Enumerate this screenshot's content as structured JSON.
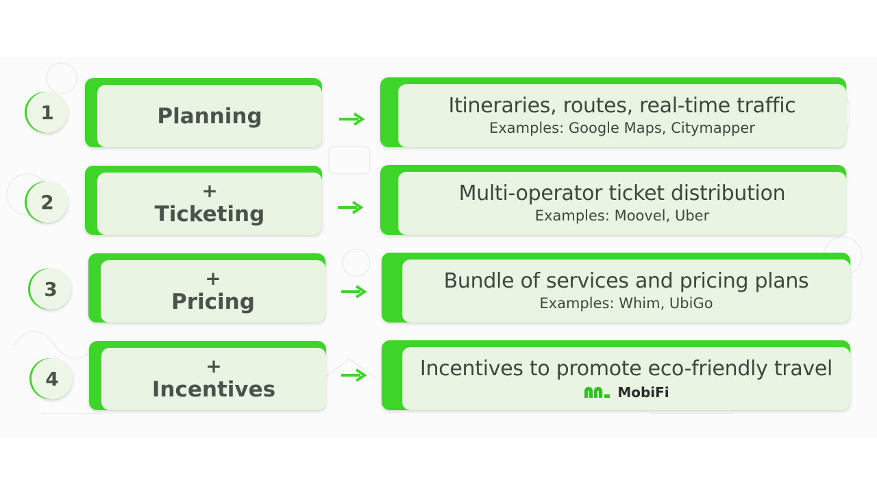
{
  "colors": {
    "accent": "#3ed42a",
    "card_fill": "#e9f4e3",
    "text": "#4b524b"
  },
  "steps": [
    {
      "number": "1",
      "plus": "",
      "label": "Planning",
      "title": "Itineraries, routes, real-time traffic",
      "examples": "Examples: Google Maps, Citymapper"
    },
    {
      "number": "2",
      "plus": "+",
      "label": "Ticketing",
      "title": "Multi-operator ticket distribution",
      "examples": "Examples: Moovel, Uber"
    },
    {
      "number": "3",
      "plus": "+",
      "label": "Pricing",
      "title": "Bundle of services and pricing plans",
      "examples": "Examples: Whim, UbiGo"
    },
    {
      "number": "4",
      "plus": "+",
      "label": "Incentives",
      "title": "Incentives to promote eco-friendly travel",
      "examples": ""
    }
  ],
  "logo": {
    "name": "MobiFi",
    "icon": "mobifi-logo-icon"
  }
}
